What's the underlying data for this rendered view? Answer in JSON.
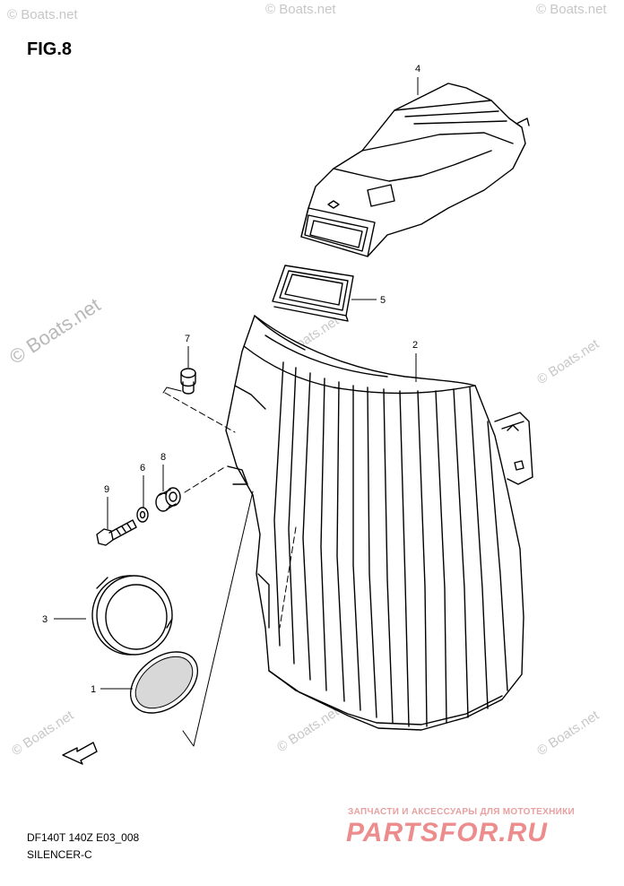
{
  "figure": {
    "title": "FIG.8"
  },
  "callouts": [
    {
      "label": "1",
      "part": "filter-screen"
    },
    {
      "label": "2",
      "part": "silencer-case"
    },
    {
      "label": "3",
      "part": "intake-ring"
    },
    {
      "label": "4",
      "part": "air-duct"
    },
    {
      "label": "5",
      "part": "duct-seal"
    },
    {
      "label": "6",
      "part": "washer"
    },
    {
      "label": "7",
      "part": "plug-bolt"
    },
    {
      "label": "8",
      "part": "grommet"
    },
    {
      "label": "9",
      "part": "bolt"
    }
  ],
  "footer": {
    "code": "DF140T 140Z E03_008",
    "caption": "SILENCER-C"
  },
  "watermark": {
    "text": "© Boats.net"
  },
  "promo": {
    "tagline": "ЗАПЧАСТИ И АКСЕССУАРЫ ДЛЯ МОТОТЕХНИКИ",
    "logo": "PARTSFOR.RU"
  },
  "colors": {
    "line": "#000000",
    "watermark": "#c7c7c7",
    "promo": "#ec8c8c"
  }
}
